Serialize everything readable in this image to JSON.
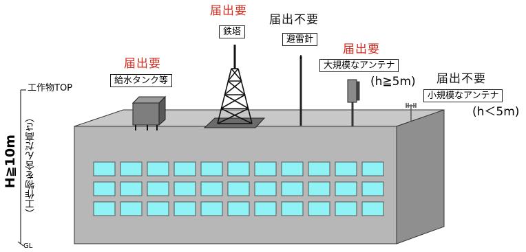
{
  "heights": {
    "top_label": "工作物TOP",
    "gl_label": "GL",
    "vertical_main": "H≧10m",
    "vertical_sub": "（工作物を含んだ高さ）"
  },
  "items": {
    "tank": {
      "status": "届出要",
      "name": "給水タンク等"
    },
    "tower": {
      "status": "届出要",
      "name": "鉄塔"
    },
    "lightning_rod": {
      "status": "届出不要",
      "name": "避雷針"
    },
    "large_antenna": {
      "status": "届出要",
      "name": "大規模なアンテナ",
      "condition": "(h≧5m)"
    },
    "small_antenna": {
      "status": "届出不要",
      "name": "小規模なアンテナ",
      "condition": "(h＜5m)"
    }
  },
  "colors": {
    "required": "#d42a1e",
    "not_required": "#111111",
    "building": "#b7b7b7",
    "window": "#8ff2f5"
  }
}
